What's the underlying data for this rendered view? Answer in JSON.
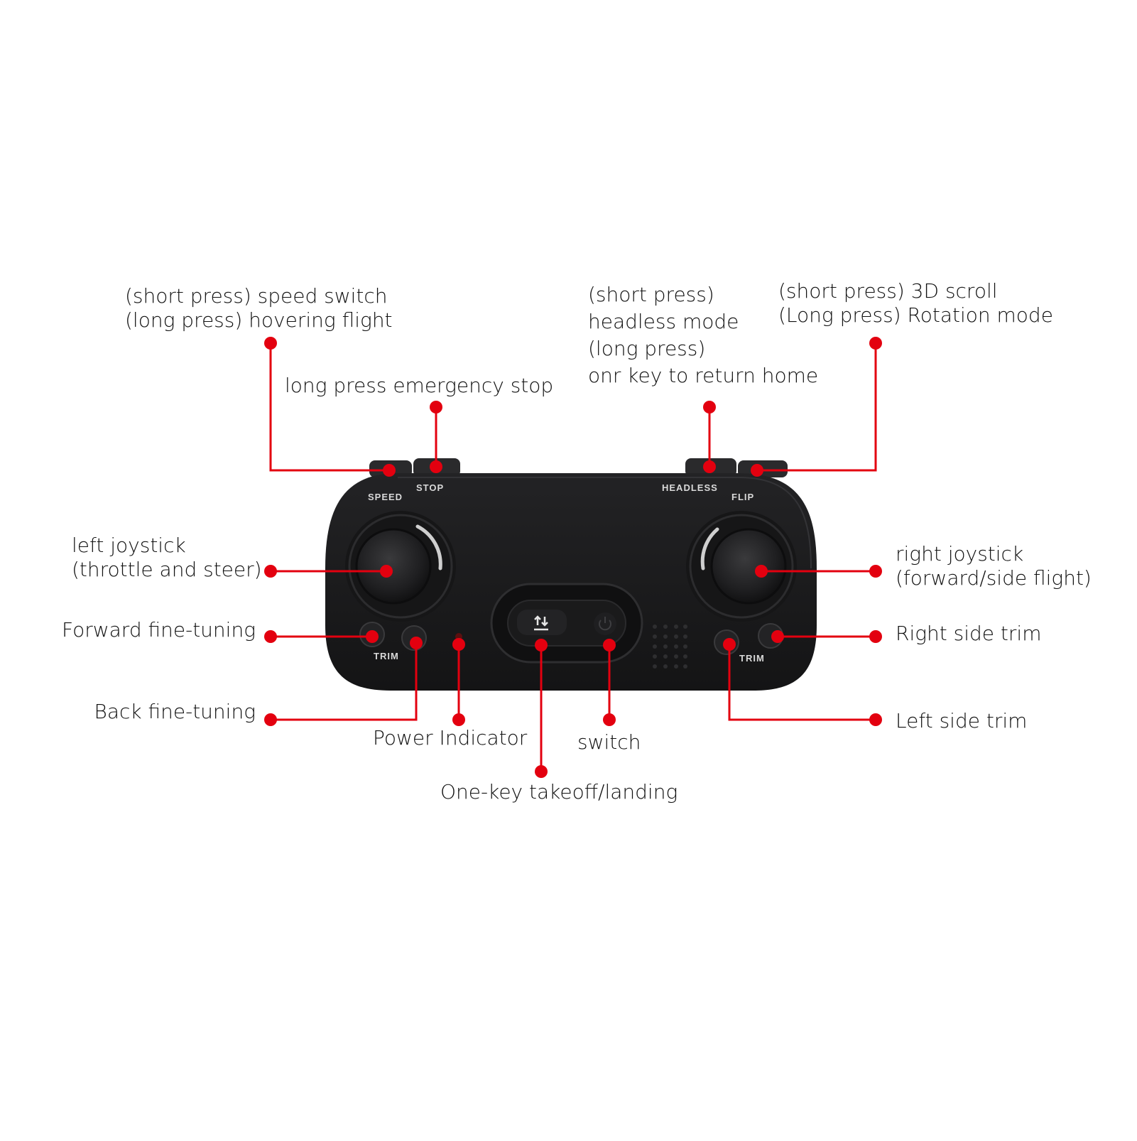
{
  "device": {
    "prints": {
      "speed": "SPEED",
      "stop": "STOP",
      "headless": "HEADLESS",
      "flip": "FLIP",
      "trim_left": "TRIM",
      "trim_right": "TRIM"
    }
  },
  "callouts": {
    "speed_switch": [
      "(short press) speed switch",
      "(long press) hovering flight"
    ],
    "emergency_stop": [
      "long press emergency stop"
    ],
    "headless_mode": [
      "(short press)",
      "headless mode",
      "(long press)",
      "onr key to return home"
    ],
    "scroll_rotation": [
      "(short press) 3D scroll",
      "(Long press) Rotation mode"
    ],
    "left_joystick": [
      "left joystick",
      "(throttle and steer)"
    ],
    "right_joystick": [
      "right joystick",
      "(forward/side flight)"
    ],
    "forward_tuning": [
      "Forward fine-tuning"
    ],
    "right_trim": [
      "Right side trim"
    ],
    "back_tuning": [
      "Back fine-tuning"
    ],
    "left_trim": [
      "Left side trim"
    ],
    "power_indicator": [
      "Power Indicator"
    ],
    "switch": [
      "switch"
    ],
    "takeoff_landing": [
      "One-key takeoff/landing"
    ]
  },
  "colors": {
    "callout_red": "#e3000f",
    "body_black": "#1c1c1e",
    "print_grey": "#d9d9d9"
  }
}
